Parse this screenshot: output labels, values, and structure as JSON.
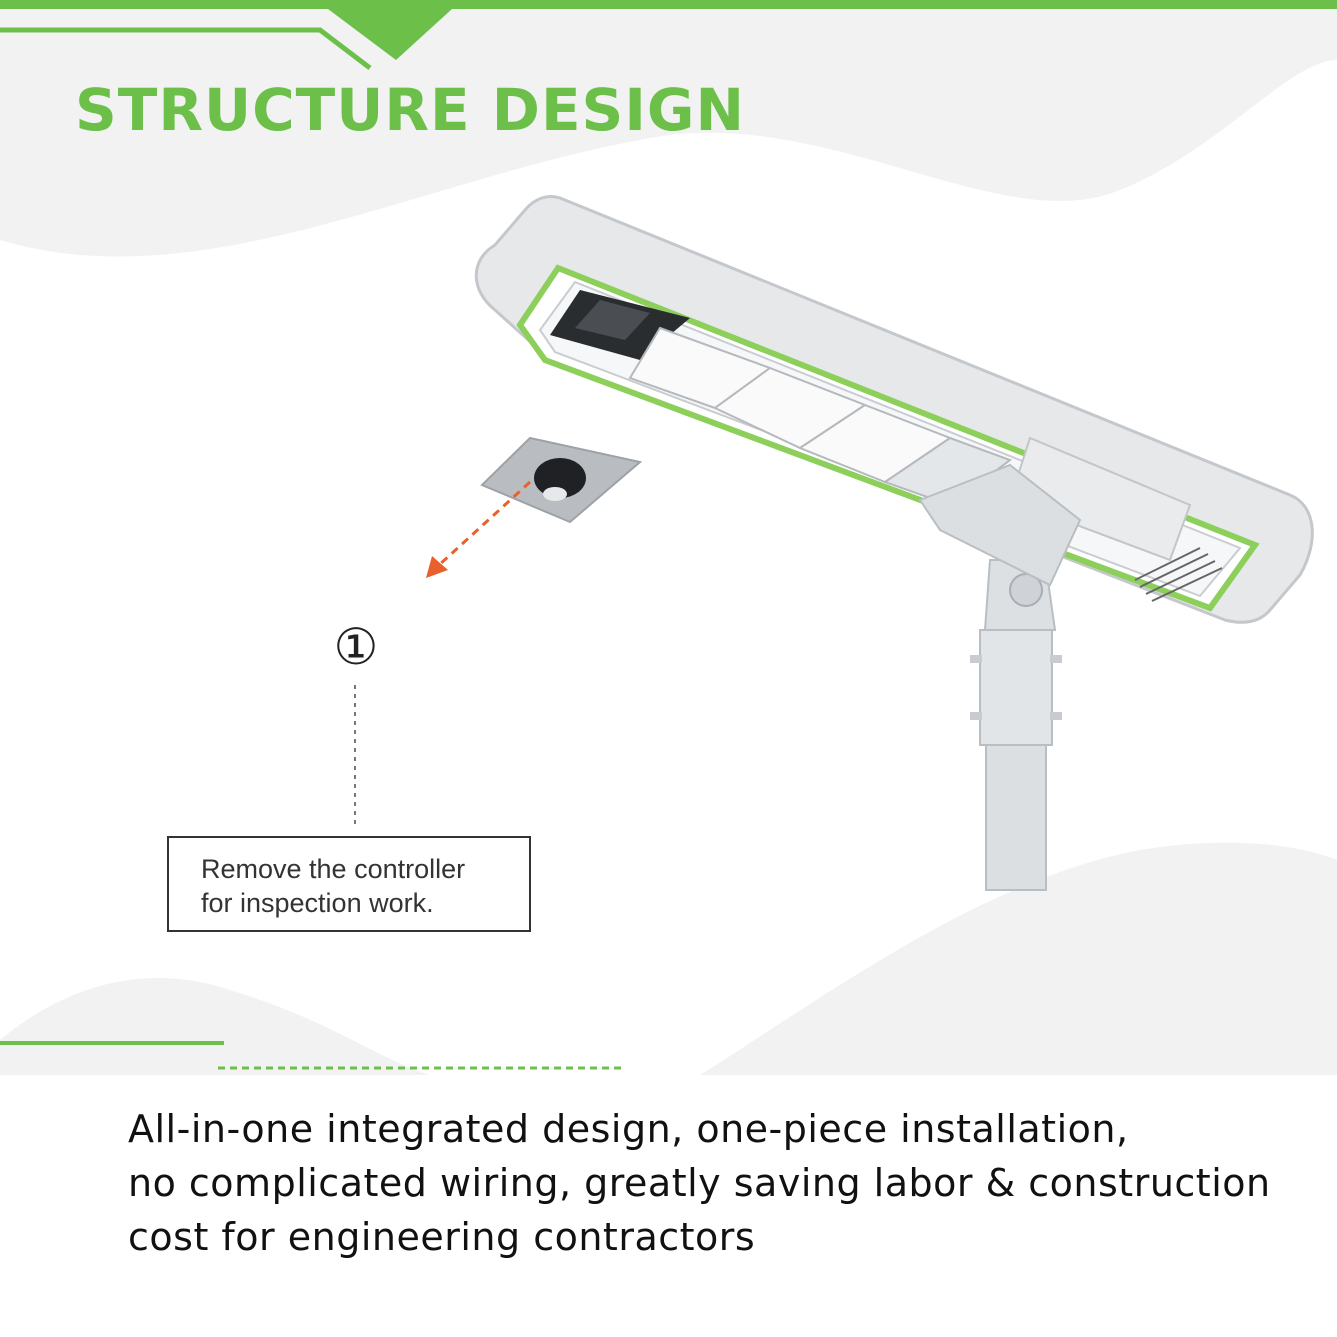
{
  "title": "STRUCTURE DESIGN",
  "step_marker": "①",
  "callout": {
    "line1": "Remove the controller",
    "line2": "for inspection work."
  },
  "description": {
    "line1": "All-in-one integrated design, one-piece installation,",
    "line2": "no complicated wiring, greatly saving labor & construction",
    "line3": "cost for engineering contractors"
  },
  "colors": {
    "accent": "#6cc04a",
    "arrow": "#e8602c",
    "background": "#f2f2f2"
  },
  "icons": {
    "lamp": "solar-street-light-illustration",
    "controller": "controller-module-illustration"
  }
}
